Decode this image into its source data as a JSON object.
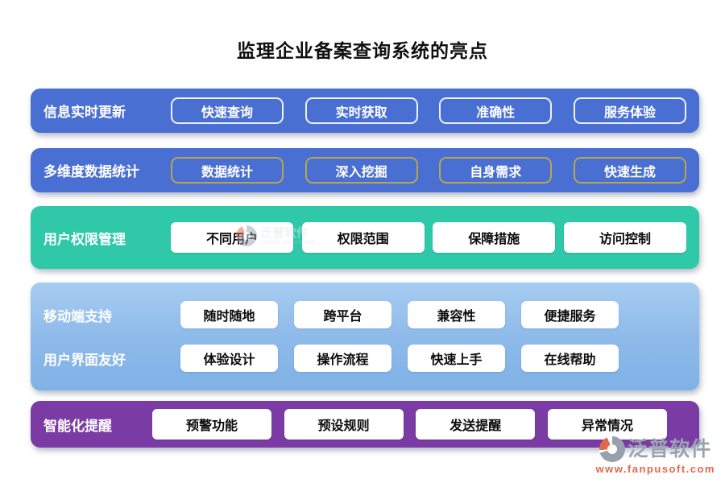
{
  "title": "监理企业备案查询系统的亮点",
  "rows": [
    {
      "label": "信息实时更新",
      "items": [
        "快速查询",
        "实时获取",
        "准确性",
        "服务体验"
      ]
    },
    {
      "label": "多维度数据统计",
      "items": [
        "数据统计",
        "深入挖掘",
        "自身需求",
        "快速生成"
      ]
    },
    {
      "label": "用户权限管理",
      "items": [
        "不同用户",
        "权限范围",
        "保障措施",
        "访问控制"
      ]
    },
    {
      "sub_rows": [
        {
          "label": "移动端支持",
          "items": [
            "随时随地",
            "跨平台",
            "兼容性",
            "便捷服务"
          ]
        },
        {
          "label": "用户界面友好",
          "items": [
            "体验设计",
            "操作流程",
            "快速上手",
            "在线帮助"
          ]
        }
      ]
    },
    {
      "label": "智能化提醒",
      "items": [
        "预警功能",
        "预设规则",
        "发送提醒",
        "异常情况"
      ]
    }
  ],
  "watermark": {
    "brand": "泛普软件",
    "brand_en": "FANPU SOFTWARE"
  },
  "footer_logo": {
    "brand": "泛普软件",
    "url": "www.fanpusoft.com"
  },
  "colors": {
    "band_blue": "#4a6fd2",
    "band_teal": "#2fc9a9",
    "band_light_blue": "#8cb9e9",
    "band_purple": "#7b3ba5",
    "chip_border_white": "#eef2fb",
    "chip_border_gold": "#b9a54e",
    "chip_fill_white": "#ffffff",
    "logo_gray": "#9aa2b0",
    "logo_orange": "#e2674a"
  }
}
